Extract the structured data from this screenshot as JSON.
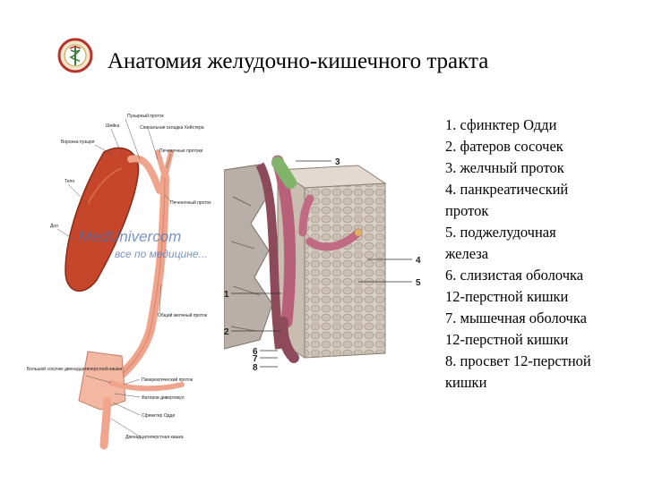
{
  "slide": {
    "title": "Анатомия желудочно-кишечного тракта"
  },
  "figure_left": {
    "labels": {
      "neck": "Шейка",
      "body_gb": "Тело",
      "funnel": "Воронка пузыря",
      "bottom": "Дно",
      "cystic_duct": "Пузырный проток",
      "spiral_fold": "Спиральная складка Хейстера",
      "hepatic_ducts": "Печеночные протоки",
      "common_hepatic": "Печеночный проток",
      "common_bile": "Общий желчный проток",
      "major_papilla": "Большой сосочек двенадцатиперстной кишки",
      "pancreatic_duct": "Панкреатический проток",
      "vater": "Фатеров дивертикул",
      "oddi": "Сфинктер Одди",
      "duodenum": "Двенадцатиперстная кишка"
    },
    "watermark": {
      "site": "MedUnivercom",
      "slogan": "все по медицине..."
    }
  },
  "figure_right": {
    "numbers": [
      "1",
      "2",
      "3",
      "4",
      "5",
      "6",
      "7",
      "8"
    ]
  },
  "legend": {
    "items": [
      "1. сфинктер Одди",
      "2. фатеров сосочек",
      "3. желчный проток",
      "4. панкреатический",
      "проток",
      "5. поджелудочная",
      "железа",
      "6. слизистая оболочка",
      "12-перстной кишки",
      "7. мышечная оболочка",
      "12-перстной кишки",
      "8. просвет 12-перстной",
      "кишки"
    ]
  },
  "colors": {
    "gallbladder": "#c5462a",
    "duct": "#f0a48c",
    "pancreas": "#d8cfc4",
    "mucosa": "#8c4a5a",
    "logo_red": "#b8322a",
    "logo_green": "#3a7a3a"
  }
}
